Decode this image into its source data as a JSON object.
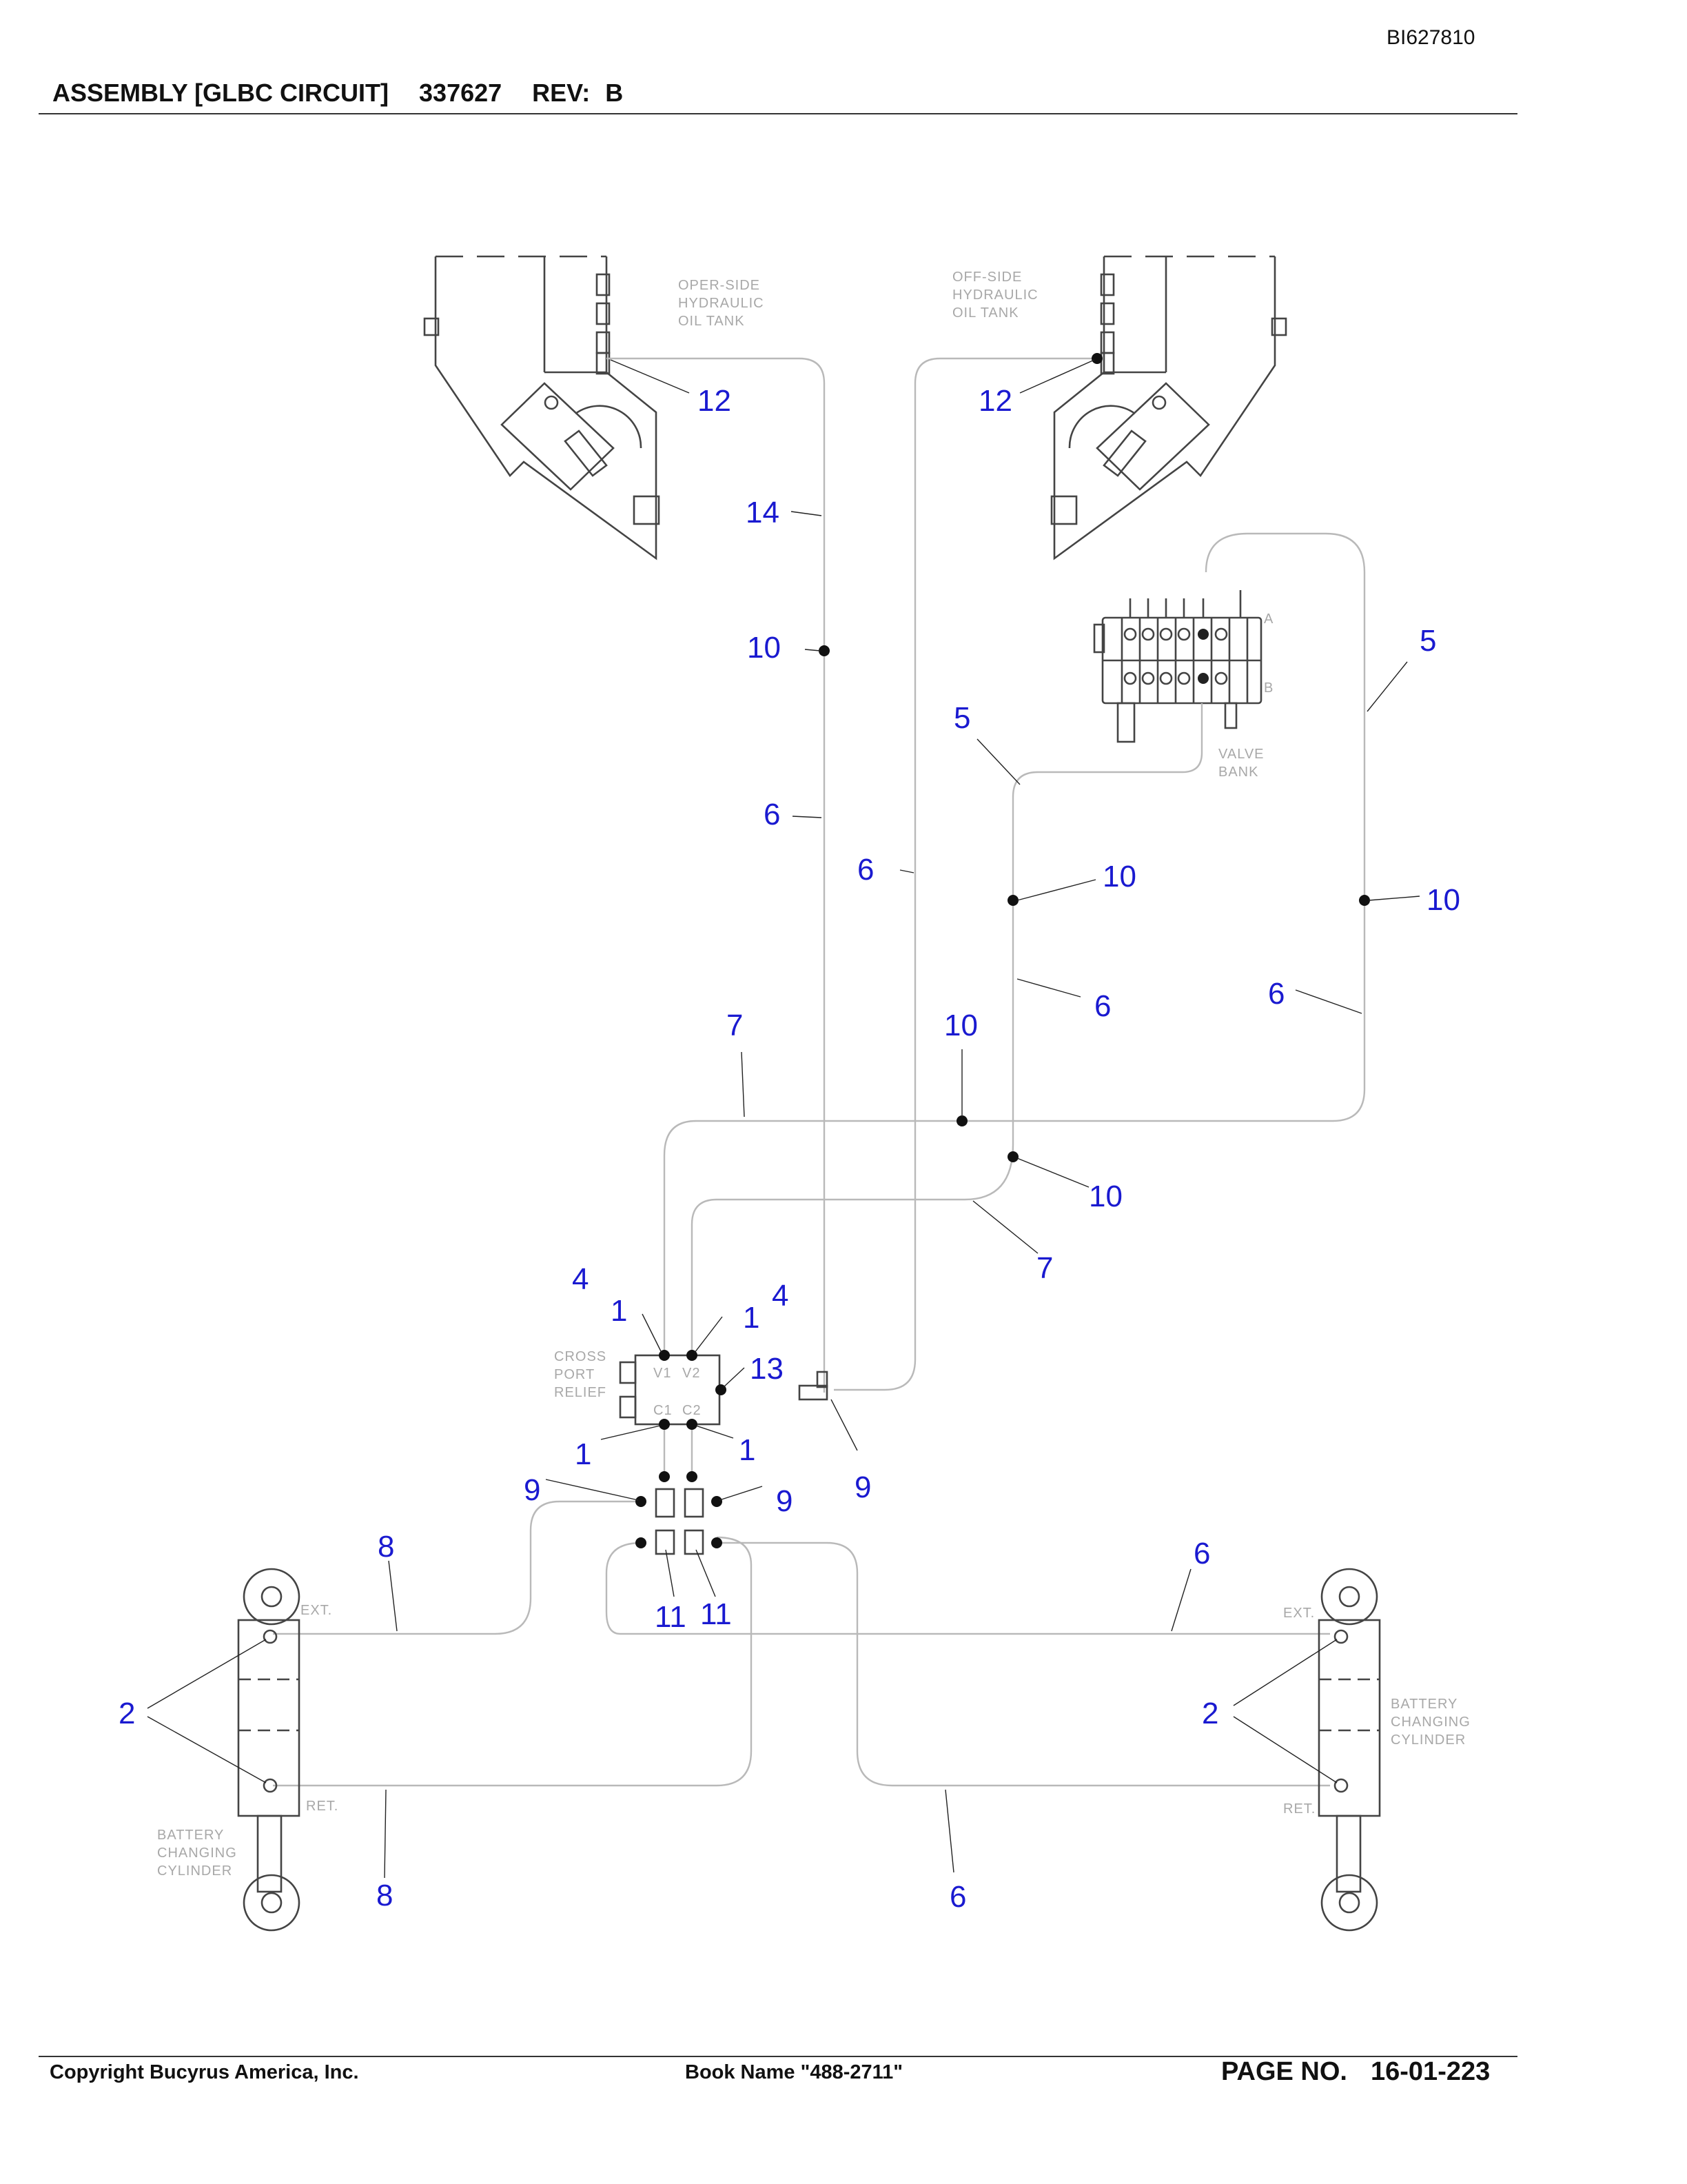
{
  "header": {
    "doc_id": "BI627810",
    "assembly": "ASSEMBLY [GLBC CIRCUIT]",
    "part_number": "337627",
    "rev_label": "REV:",
    "rev_value": "B"
  },
  "footer": {
    "copyright": "Copyright Bucyrus America, Inc.",
    "book_name": "Book Name \"488-2711\"",
    "page_label": "PAGE NO.",
    "page_number": "16-01-223"
  },
  "components": {
    "oper_tank": [
      "OPER-SIDE",
      "HYDRAULIC",
      "OIL TANK"
    ],
    "off_tank": [
      "OFF-SIDE",
      "HYDRAULIC",
      "OIL TANK"
    ],
    "valve_bank": [
      "VALVE",
      "BANK"
    ],
    "cross_port": [
      "CROSS",
      "PORT",
      "RELIEF"
    ],
    "port_v1": "V1",
    "port_v2": "V2",
    "port_c1": "C1",
    "port_c2": "C2",
    "port_a": "A",
    "port_b": "B",
    "cyl_left": [
      "BATTERY",
      "CHANGING",
      "CYLINDER"
    ],
    "cyl_right": [
      "BATTERY",
      "CHANGING",
      "CYLINDER"
    ],
    "ext": "EXT.",
    "ret": "RET."
  },
  "callouts": {
    "c12_left": "12",
    "c12_right": "12",
    "c14": "14",
    "c10_a": "10",
    "c10_b": "10",
    "c10_c": "10",
    "c10_d": "10",
    "c10_e": "10",
    "c5_left": "5",
    "c5_right": "5",
    "c6_a": "6",
    "c6_b": "6",
    "c6_c": "6",
    "c6_d": "6",
    "c6_e": "6",
    "c6_f": "6",
    "c7_top": "7",
    "c7_bot": "7",
    "c4_left": "4",
    "c4_right": "4",
    "c1_a": "1",
    "c1_b": "1",
    "c1_c": "1",
    "c1_d": "1",
    "c13": "13",
    "c9_a": "9",
    "c9_b": "9",
    "c9_c": "9",
    "c8_top": "8",
    "c8_bot": "8",
    "c11_a": "11",
    "c11_b": "11",
    "c2_left": "2",
    "c2_right": "2"
  }
}
